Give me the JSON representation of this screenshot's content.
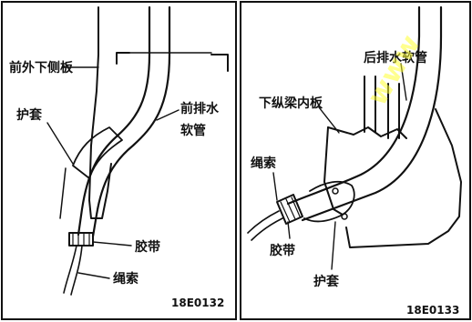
{
  "left_panel": {
    "labels": {
      "front_outer_lower_side_panel": "前外下侧板",
      "protective_sleeve": "护套",
      "front_drain_hose_line1": "前排水",
      "front_drain_hose_line2": "软管",
      "tape": "胶带",
      "cord": "绳索"
    },
    "figure_code": "18E0132"
  },
  "right_panel": {
    "labels": {
      "rear_drain_hose": "后排水软管",
      "lower_longitudinal_beam_inner_panel": "下纵梁内板",
      "cord": "绳索",
      "tape": "胶带",
      "protective_sleeve": "护套"
    },
    "figure_code": "18E0133"
  },
  "watermark": "www"
}
